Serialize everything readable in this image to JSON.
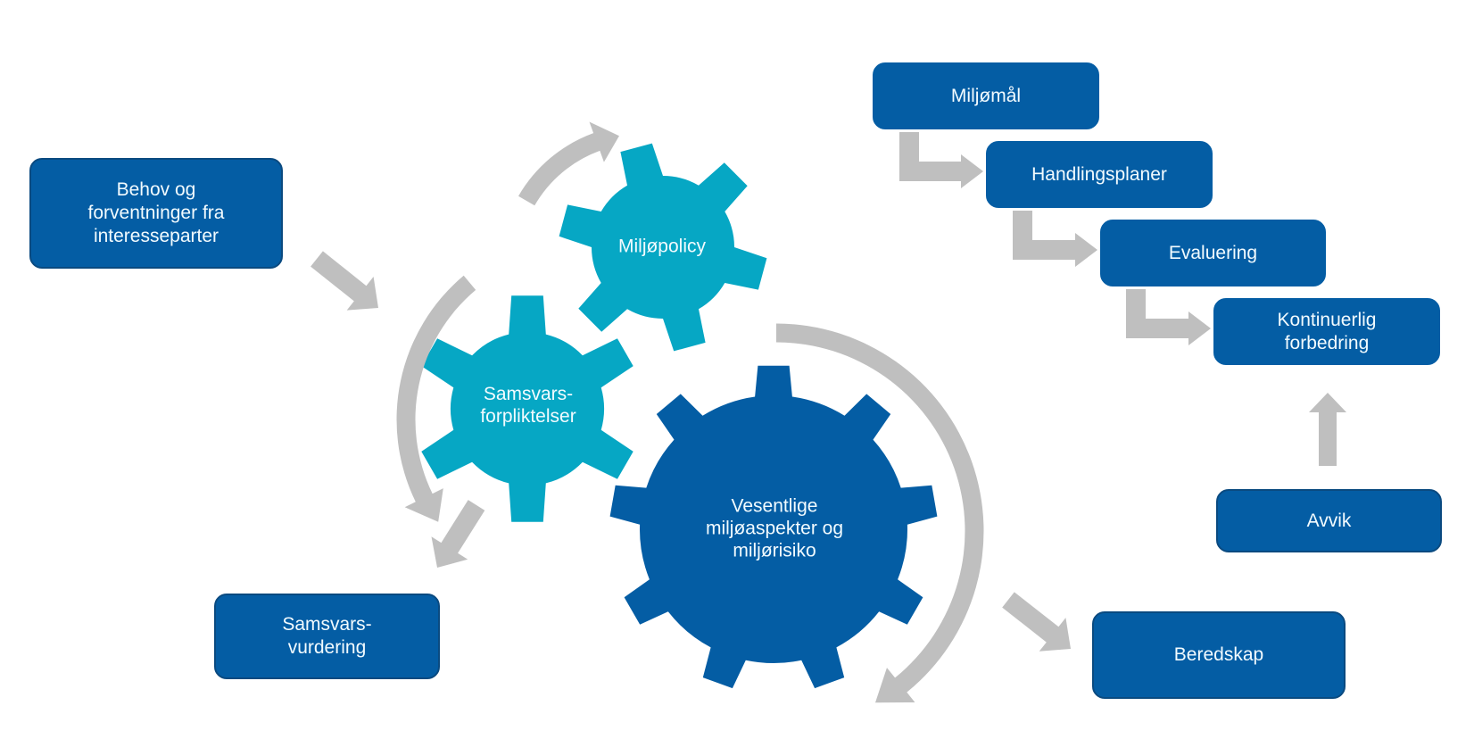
{
  "diagram": {
    "colors": {
      "box": "#045DA4",
      "box_border": "#0A4A80",
      "gear_light": "#06A7C4",
      "gear_dark": "#045DA4",
      "arrow": "#BFBFBF",
      "text": "#F2FBFF"
    },
    "boxes": {
      "stakeholders": "Behov og\nforventninger fra\ninteresseparter",
      "compliance_evaluation": "Samsvars-\nvurdering",
      "objectives": "Miljømål",
      "action_plans": "Handlingsplaner",
      "evaluation": "Evaluering",
      "continual_improvement": "Kontinuerlig\nforbedring",
      "nonconformity": "Avvik",
      "preparedness": "Beredskap"
    },
    "gears": {
      "policy": "Miljøpolicy",
      "compliance_obligations": "Samsvars-\nforpliktelser",
      "aspects_risk": "Vesentlige\nmiljøaspekter og\nmiljørisiko"
    }
  }
}
